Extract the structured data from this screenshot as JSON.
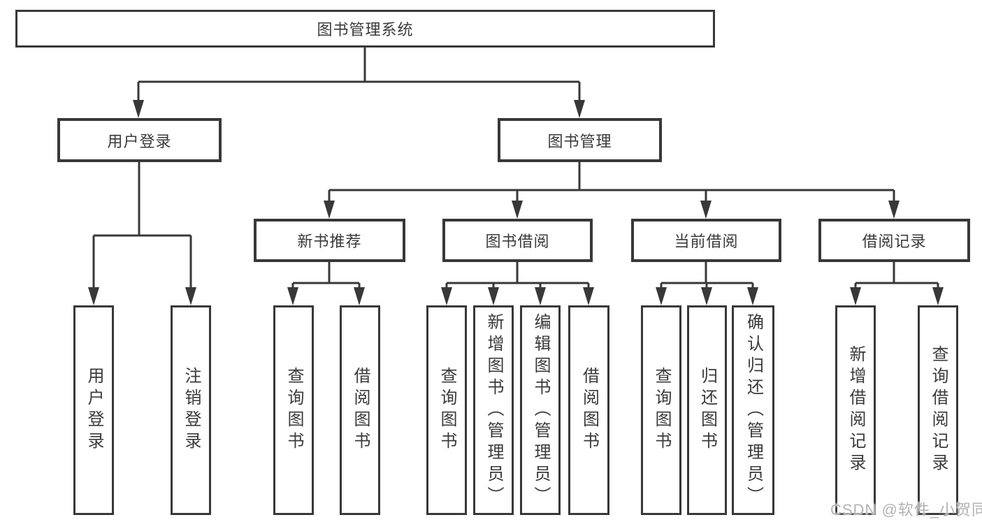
{
  "diagram": {
    "root": {
      "label": "图书管理系统"
    },
    "branches": [
      {
        "label": "用户登录",
        "leaves": [
          "用户登录",
          "注销登录"
        ]
      },
      {
        "label": "图书管理",
        "children": [
          {
            "label": "新书推荐",
            "leaves": [
              "查询图书",
              "借阅图书"
            ]
          },
          {
            "label": "图书借阅",
            "leaves": [
              "查询图书",
              "新增图书（管理员）",
              "编辑图书（管理员）",
              "借阅图书"
            ]
          },
          {
            "label": "当前借阅",
            "leaves": [
              "查询图书",
              "归还图书",
              "确认归还（管理员）"
            ]
          },
          {
            "label": "借阅记录",
            "leaves": [
              "新增借阅记录",
              "查询借阅记录"
            ]
          }
        ]
      }
    ],
    "watermark": "CSDN @软件_小贺同学",
    "colors": {
      "line": "#383838",
      "text": "#3a3a3a",
      "watermark": "#b3b3b3",
      "background": "#ffffff"
    }
  }
}
